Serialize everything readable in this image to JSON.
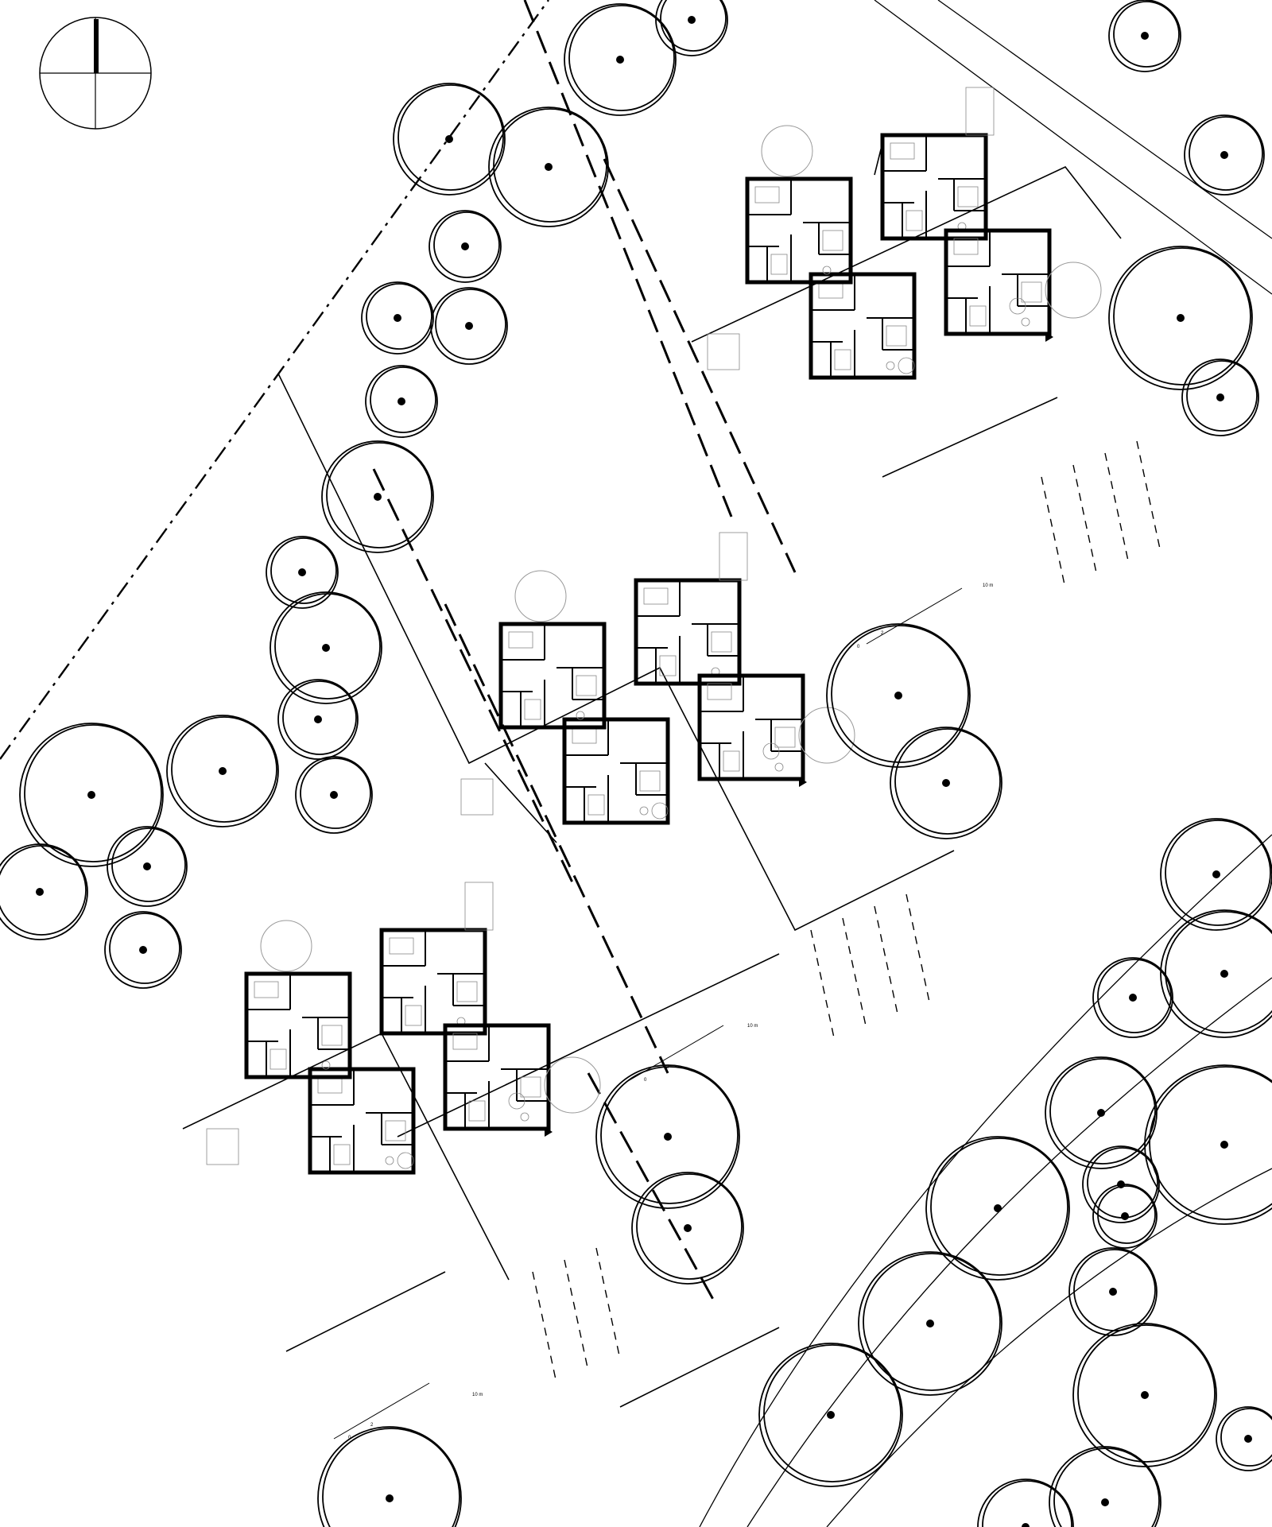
{
  "drawing": {
    "type": "site-plan",
    "north_arrow": "north-arrow-icon",
    "scale_bar_labels": [
      "0",
      "2",
      "10 m"
    ]
  },
  "colors": {
    "ink": "#000000",
    "paper": "#ffffff",
    "light_line": "#888888"
  },
  "clusters": [
    {
      "name": "cluster-north",
      "houses": 4
    },
    {
      "name": "cluster-middle",
      "houses": 4
    },
    {
      "name": "cluster-south",
      "houses": 4
    }
  ]
}
